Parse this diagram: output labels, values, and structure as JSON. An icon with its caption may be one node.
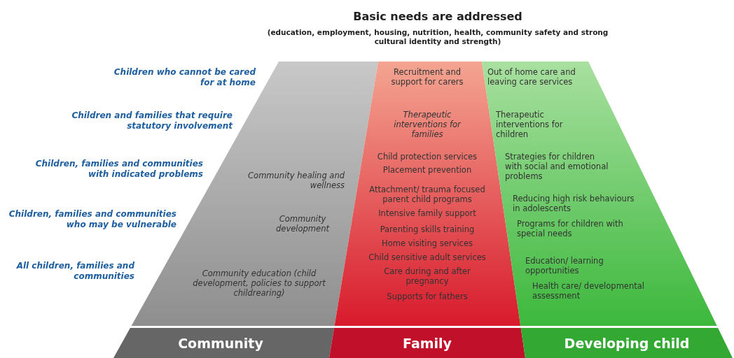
{
  "diagram": {
    "title": "Basic needs are addressed",
    "nodes": [
      {
        "text": [
          "Community healing and wellness",
          "Community development",
          "Community education (child development, policies to support childrearing)",
          "Community"
        ]
      },
      {
        "text": [
          "Recruitment and support for carers",
          "Therapeutic interventions for families",
          "Child protection services",
          "Placement prevention",
          "Attachment/ trauma focused parent child programs",
          "Intensive family support",
          "Parenting skills training",
          "Home visiting services",
          "Child sensitive adult services",
          "Care during and after pregnancy",
          "Supports for fathers",
          "Family"
        ]
      },
      {
        "text": [
          "Out of home care and leaving care services",
          "Therapeutic interventions for children",
          "Strategies for children with social and emotional problems",
          "Reducing high risk behaviours in adolescents",
          "Programs for children with special needs",
          "Education/ learning opportunities",
          "Health care/ developmental assessment",
          "Developing child"
        ]
      }
    ],
    "labels": [
      "(education, employment, housing, nutrition, health, community safety and strong cultural identity and strength)",
      "Children who cannot be cared for at home",
      "Children and families that require statutory involvement",
      "Children, families and communities with indicated problems",
      "Children, families and communities who may be vulnerable",
      "All children, families and communities"
    ]
  }
}
